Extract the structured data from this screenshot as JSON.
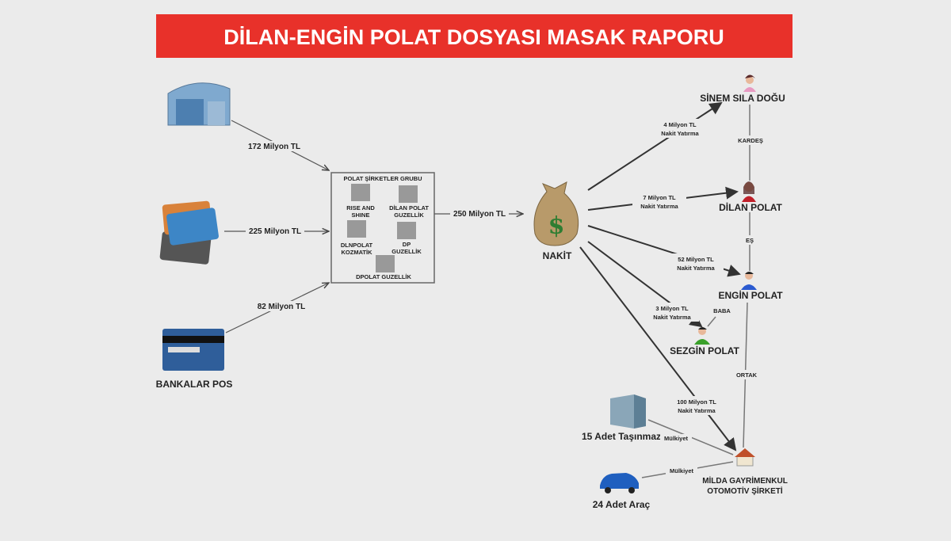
{
  "title": "DİLAN-ENGİN POLAT DOSYASI MASAK RAPORU",
  "colors": {
    "banner": "#e8312a",
    "background": "#ebebeb"
  },
  "sources": {
    "warehouse_amount": "172 Milyon TL",
    "cards_amount": "225 Milyon TL",
    "pos_amount": "82 Milyon TL",
    "pos_label": "BANKALAR POS"
  },
  "group": {
    "title": "POLAT ŞİRKETLER GRUBU",
    "companies": [
      {
        "line1": "RISE AND",
        "line2": "SHINE"
      },
      {
        "line1": "DİLAN POLAT",
        "line2": "GUZELLİK"
      },
      {
        "line1": "DLNPOLAT",
        "line2": "KOZMATİK"
      },
      {
        "line1": "DP",
        "line2": "GUZELLİK"
      },
      {
        "line1": "DPOLAT GUZELLİK",
        "line2": ""
      }
    ],
    "out_amount": "250 Milyon TL"
  },
  "cash": {
    "label": "NAKİT",
    "symbol": "$"
  },
  "transfers": [
    {
      "amount": "4 Milyon TL",
      "type": "Nakit Yatırma"
    },
    {
      "amount": "7 Milyon TL",
      "type": "Nakit Yatırma"
    },
    {
      "amount": "52 Milyon TL",
      "type": "Nakit Yatırma"
    },
    {
      "amount": "3 Milyon TL",
      "type": "Nakit Yatırma"
    },
    {
      "amount": "100 Milyon TL",
      "type": "Nakit Yatırma"
    }
  ],
  "people": {
    "sinem": "SİNEM SILA DOĞU",
    "dilan": "DİLAN POLAT",
    "engin": "ENGİN POLAT",
    "sezgin": "SEZGİN POLAT"
  },
  "relations": {
    "kardes": "KARDEŞ",
    "es": "EŞ",
    "baba": "BABA",
    "ortak": "ORTAK"
  },
  "company": {
    "line1": "MİLDA GAYRİMENKUL",
    "line2": "OTOMOTİV ŞİRKETİ"
  },
  "assets": {
    "property": "15 Adet Taşınmaz",
    "vehicles": "24 Adet Araç",
    "ownership": "Mülkiyet"
  }
}
